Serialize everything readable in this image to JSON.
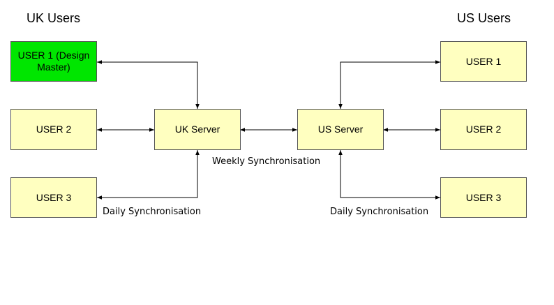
{
  "headings": {
    "uk": "UK Users",
    "us": "US Users"
  },
  "uk_users": [
    {
      "label": "USER 1 (Design Master)",
      "design_master": true
    },
    {
      "label": "USER 2",
      "design_master": false
    },
    {
      "label": "USER 3",
      "design_master": false
    }
  ],
  "servers": {
    "uk": "UK Server",
    "us": "US Server"
  },
  "us_users": [
    {
      "label": "USER 1"
    },
    {
      "label": "USER 2"
    },
    {
      "label": "USER 3"
    }
  ],
  "captions": {
    "weekly": "Weekly Synchronisation",
    "daily_uk": "Daily Synchronisation",
    "daily_us": "Daily Synchronisation"
  },
  "colors": {
    "box_fill": "#ffffc0",
    "design_master_fill": "#00e600",
    "box_border": "#555555",
    "connector": "#000000"
  }
}
